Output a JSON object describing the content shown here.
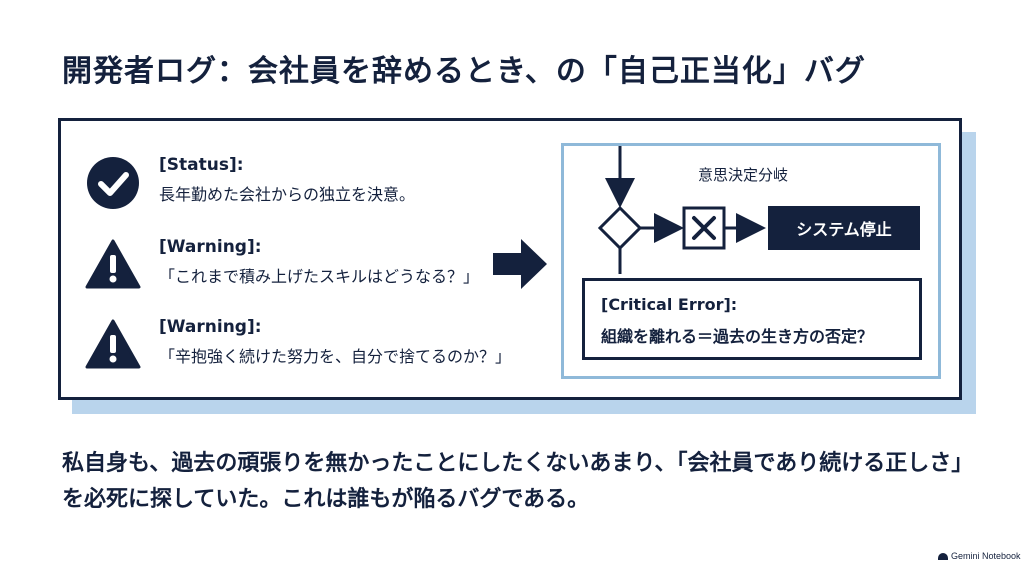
{
  "title": "開発者ログ：会社員を辞めるとき、の「自己正当化」バグ",
  "log_items": [
    {
      "label": "[Status]:",
      "text": "長年勤めた会社からの独立を決意。",
      "icon": "check-icon"
    },
    {
      "label": "[Warning]:",
      "text": "「これまで積み上げたスキルはどうなる？」",
      "icon": "warning-icon"
    },
    {
      "label": "[Warning]:",
      "text": "「辛抱強く続けた努力を、自分で捨てるのか？」",
      "icon": "warning-icon"
    }
  ],
  "flow": {
    "branch_label": "意思決定分岐",
    "stop_label": "システム停止",
    "error_label": "[Critical Error]:",
    "error_text": "組織を離れる＝過去の生き方の否定？"
  },
  "conclusion": "私自身も、過去の頑張りを無かったことにしたくないあまり、「会社員であり続ける正しさ」を必死に探していた。これは誰もが陥るバグである。",
  "watermark": "Gemini Notebook",
  "colors": {
    "navy": "#14213d",
    "light_blue": "#b9d4ec",
    "frame_blue": "#8fb9d9"
  }
}
